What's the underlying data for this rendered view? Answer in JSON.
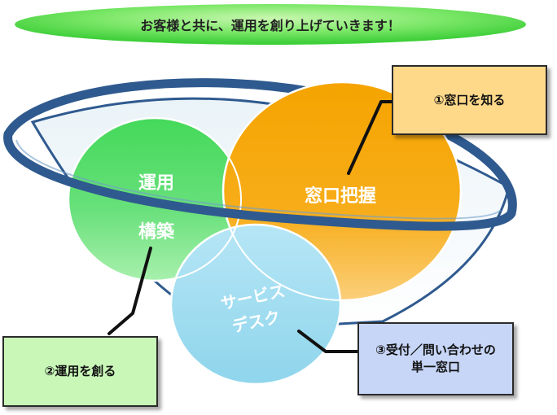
{
  "banner": {
    "text": "お客様と共に、運用を創り上げていきます！"
  },
  "circles": {
    "operation_line1": "運用",
    "operation_line2": "構築",
    "contact": "窓口把握",
    "servicedesk_line1": "サービス",
    "servicedesk_line2": "デスク"
  },
  "callouts": {
    "c1": "①窓口を知る",
    "c2": "②運用を創る",
    "c3_line1": "③受付／問い合わせの",
    "c3_line2": "単一窓口"
  },
  "colors": {
    "banner_green": "#4fd94a",
    "operation_green": "#4fdd5f",
    "contact_orange": "#f7a600",
    "servicedesk_blue": "#8fd5ec",
    "ring_blue": "#2f5a8f",
    "callout1_fill": "#ffd98a",
    "callout2_fill": "#c9f7b8",
    "callout3_fill": "#c7d6f7"
  }
}
